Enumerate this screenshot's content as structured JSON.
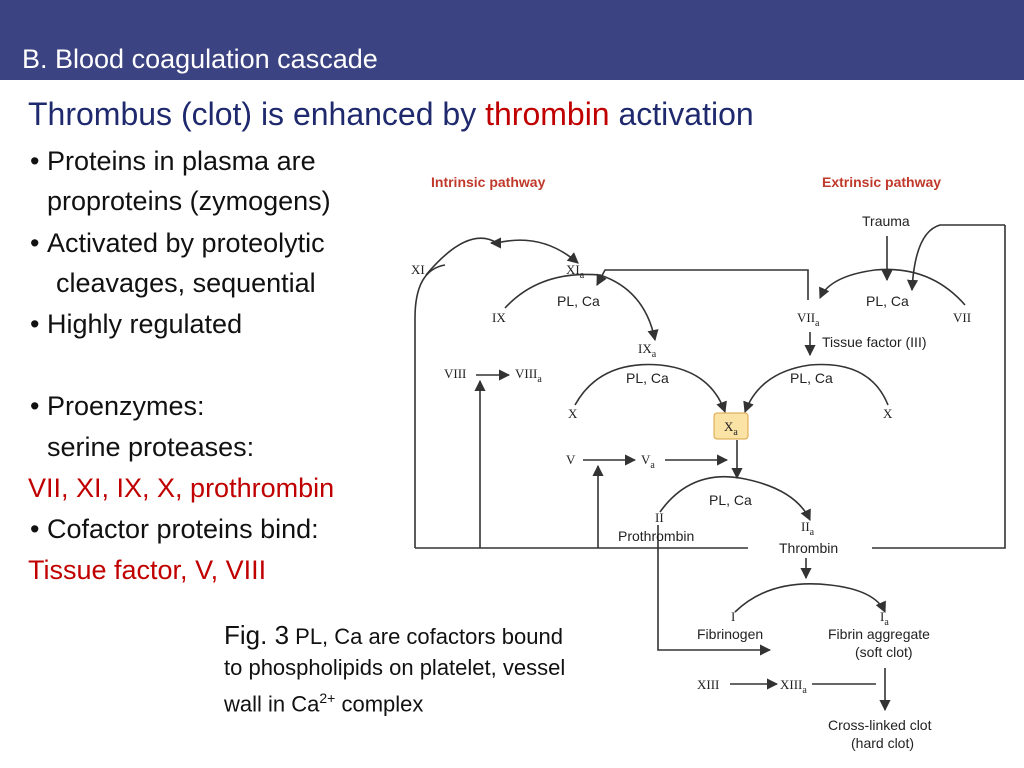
{
  "header": {
    "title": "B. Blood coagulation cascade"
  },
  "heading": {
    "part1": "Thrombus (clot) is enhanced by ",
    "highlight": "thrombin",
    "part2": " activation"
  },
  "bullets": {
    "b1_line1": "Proteins in plasma are",
    "b1_line2": "proproteins (zymogens)",
    "b2_line1": "Activated by proteolytic",
    "b2_line2": "cleavages, sequential",
    "b3": "Highly regulated",
    "b4_line1": "Proenzymes:",
    "b4_line2": "serine proteases:",
    "proenzyme_list": "VII, XI, IX, X, prothrombin",
    "b5": "Cofactor proteins bind:",
    "cofactor_list": "Tissue factor, V, VIII"
  },
  "caption": {
    "fig_label": "Fig. 3",
    "text1": " PL, Ca are cofactors bound to phospholipids on platelet, vessel wall in Ca",
    "superscript": "2+",
    "text2": " complex"
  },
  "diagram": {
    "intrinsic_label": "Intrinsic pathway",
    "extrinsic_label": "Extrinsic pathway",
    "trauma": "Trauma",
    "xi": "XI",
    "xia": "XI",
    "ix": "IX",
    "ixa": "IX",
    "viii": "VIII",
    "viiia": "VIII",
    "x_left": "X",
    "x_right": "X",
    "xa": "X",
    "v": "V",
    "va": "V",
    "vii": "VII",
    "viia": "VII",
    "tissue_factor": "Tissue factor (III)",
    "pl_ca_1": "PL, Ca",
    "pl_ca_2": "PL, Ca",
    "pl_ca_3": "PL, Ca",
    "pl_ca_4": "PL, Ca",
    "pl_ca_5": "PL, Ca",
    "ii": "II",
    "prothrombin": "Prothrombin",
    "iia": "II",
    "thrombin": "Thrombin",
    "i": "I",
    "fibrinogen": "Fibrinogen",
    "ia": "I",
    "fibrin_aggregate": "Fibrin aggregate",
    "soft_clot": "(soft clot)",
    "xiii": "XIII",
    "xiiia": "XIII",
    "cross_linked": "Cross-linked clot",
    "hard_clot": "(hard clot)",
    "sub_a": "a",
    "xa_box_color": "#fbe3a6"
  }
}
